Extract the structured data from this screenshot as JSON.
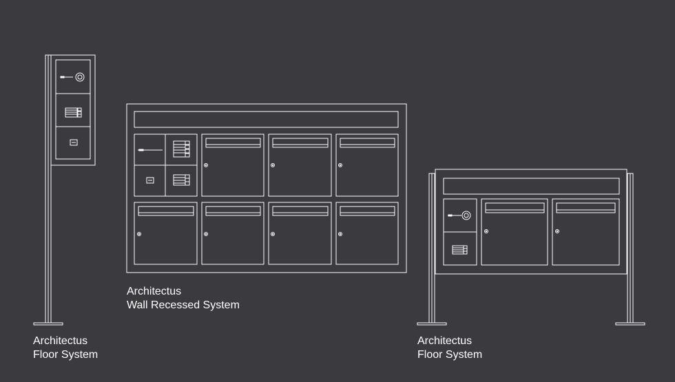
{
  "theme": {
    "background": "#3b3a3f",
    "line": "#ffffff"
  },
  "captions": {
    "floor_left": {
      "line1": "Architectus",
      "line2": "Floor System"
    },
    "wall": {
      "line1": "Architectus",
      "line2": "Wall Recessed System"
    },
    "floor_right": {
      "line1": "Architectus",
      "line2": "Floor System"
    }
  },
  "products": [
    {
      "name": "floor-system-left",
      "icons": [
        "intercom-camera-icon",
        "button-panel-icon",
        "nameplate-icon"
      ]
    },
    {
      "name": "wall-recessed-system",
      "letterboxes": 7,
      "icons": [
        "intercom-icon",
        "button-panel-icon",
        "nameplate-icon",
        "button-panel-icon"
      ]
    },
    {
      "name": "floor-system-right",
      "letterboxes": 2,
      "icons": [
        "intercom-camera-icon",
        "button-panel-icon"
      ]
    }
  ]
}
